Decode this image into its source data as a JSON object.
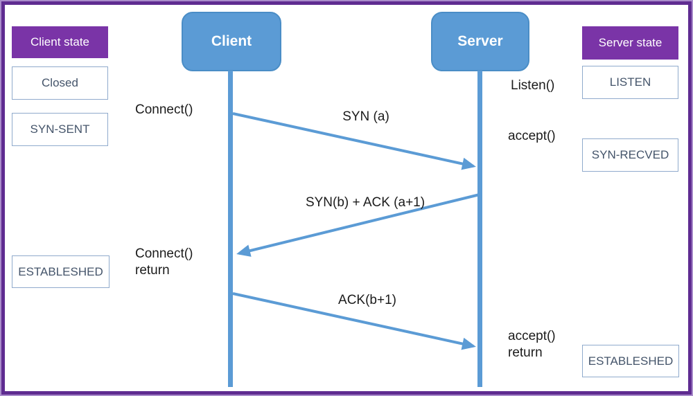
{
  "diagram": {
    "actors": [
      {
        "id": "client",
        "label": "Client"
      },
      {
        "id": "server",
        "label": "Server"
      }
    ],
    "client_states": {
      "header": "Client state",
      "items": [
        "Closed",
        "SYN-SENT",
        "ESTABLESHED"
      ]
    },
    "server_states": {
      "header": "Server state",
      "items": [
        "LISTEN",
        "SYN-RECVED",
        "ESTABLESHED"
      ]
    },
    "calls": {
      "connect": "Connect()",
      "listen": "Listen()",
      "accept": "accept()",
      "connect_return_line1": "Connect()",
      "connect_return_line2": "return",
      "accept_return_line1": "accept()",
      "accept_return_line2": "return"
    },
    "messages": [
      {
        "label": "SYN (a)",
        "from": "client",
        "to": "server"
      },
      {
        "label": "SYN(b) + ACK (a+1)",
        "from": "server",
        "to": "client"
      },
      {
        "label": "ACK(b+1)",
        "from": "client",
        "to": "server"
      }
    ],
    "colors": {
      "blue": "#5B9BD5",
      "blue_edge": "#4A8DC6",
      "purple": "#7A34A7",
      "frame_purple": "#5F2C91",
      "frame_outer": "#A98CCB",
      "state_border": "#8FAACC",
      "state_text": "#44546A",
      "label_text": "#1b1b1b"
    }
  }
}
